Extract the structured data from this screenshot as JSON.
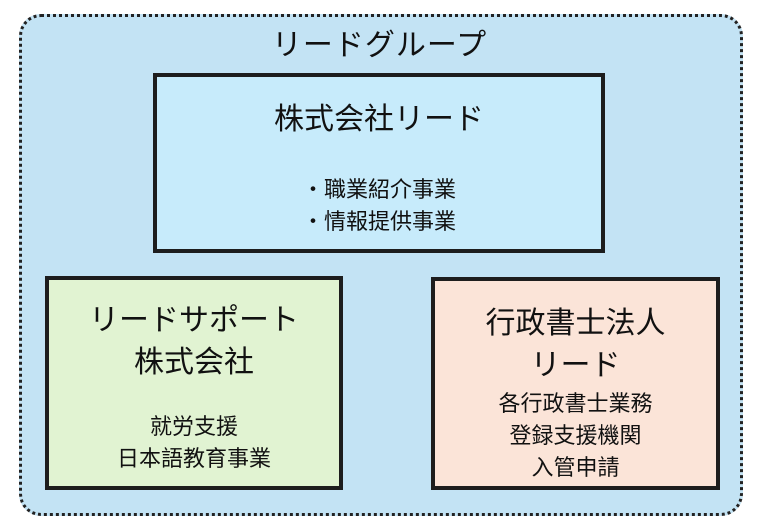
{
  "group": {
    "title": "リードグループ"
  },
  "companies": {
    "main": {
      "name_lines": [
        "株式会社リード"
      ],
      "services": [
        "・職業紹介事業",
        "・情報提供事業"
      ]
    },
    "support": {
      "name_lines": [
        "リードサポート",
        "株式会社"
      ],
      "services": [
        "就労支援",
        "日本語教育事業"
      ]
    },
    "office": {
      "name_lines": [
        "行政書士法人",
        "リード"
      ],
      "services": [
        "各行政書士業務",
        "登録支援機関",
        "入管申請"
      ]
    }
  },
  "colors": {
    "group_fill": "#c3e3f4",
    "main_fill": "#c7ebfb",
    "support_fill": "#e1f3d2",
    "office_fill": "#fbe4d8",
    "border": "#1d1d1d"
  }
}
